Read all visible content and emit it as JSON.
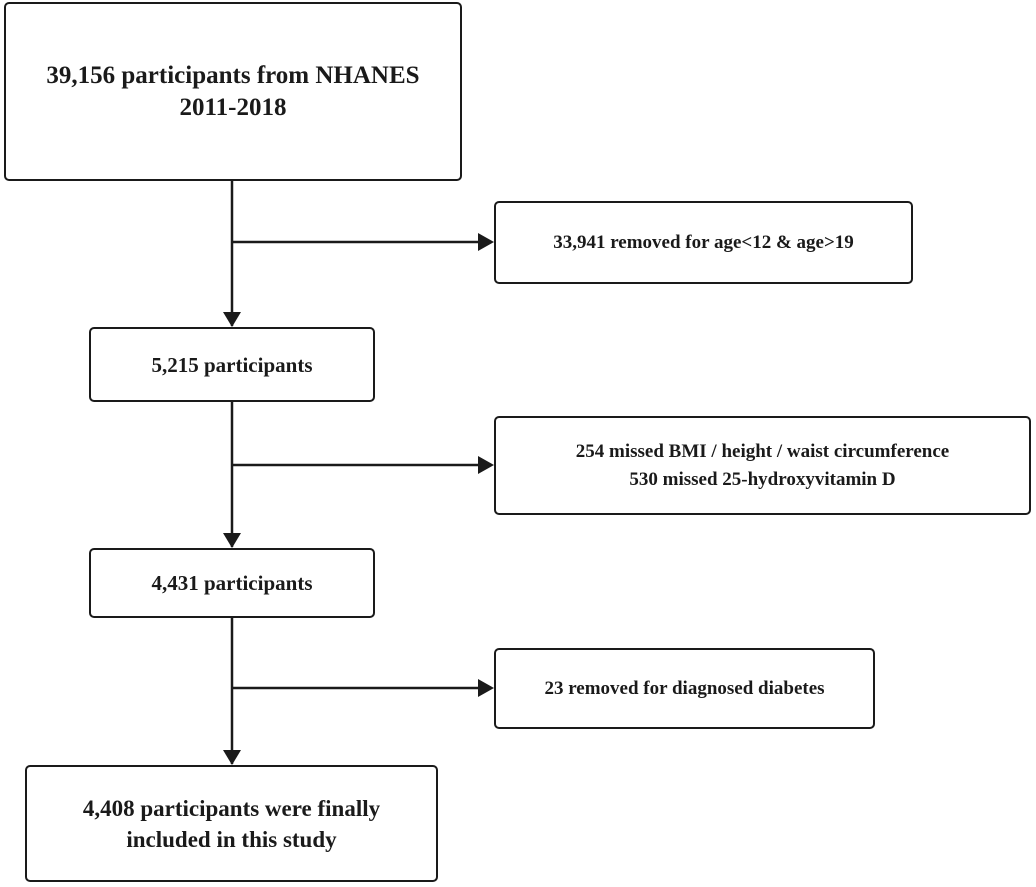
{
  "flowchart": {
    "start": {
      "line1": "39,156 participants from NHANES",
      "line2": "2011-2018"
    },
    "exclusion1": {
      "line1": "33,941 removed for age<12 & age>19"
    },
    "step2": {
      "line1": "5,215 participants"
    },
    "exclusion2": {
      "line1": "254 missed BMI / height / waist circumference",
      "line2": "530 missed 25-hydroxyvitamin D"
    },
    "step3": {
      "line1": "4,431 participants"
    },
    "exclusion3": {
      "line1": "23 removed for diagnosed diabetes"
    },
    "final": {
      "line1": "4,408 participants were finally",
      "line2": "included in this study"
    }
  },
  "colors": {
    "line": "#1a1a1a",
    "box_border": "#1a1a1a",
    "background": "#ffffff"
  }
}
